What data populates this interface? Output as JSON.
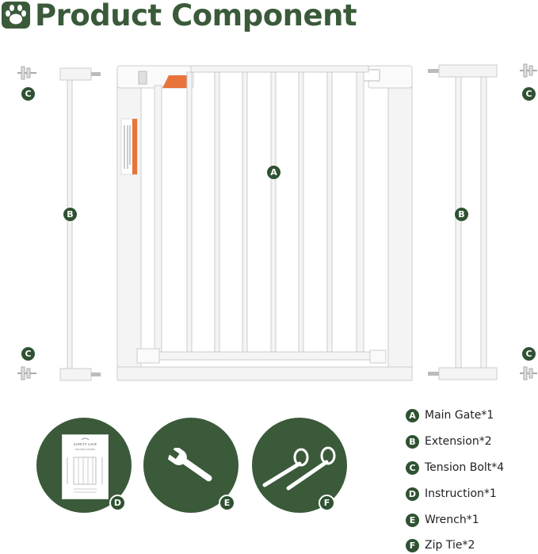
{
  "title": "Product Component",
  "colors": {
    "brand_green": "#3a5a3a",
    "badge_green": "#2f5232",
    "gate_white": "#f4f4f4",
    "warning_orange": "#e8743b"
  },
  "part_labels": {
    "A": "A",
    "B": "B",
    "C": "C",
    "D": "D",
    "E": "E",
    "F": "F"
  },
  "instruction_sheet": {
    "heading": "SAFETY GATE",
    "subheading": "INSTRUCTIONS"
  },
  "legend": [
    {
      "letter": "A",
      "label": "Main Gate*1"
    },
    {
      "letter": "B",
      "label": "Extension*2"
    },
    {
      "letter": "C",
      "label": "Tension Bolt*4"
    },
    {
      "letter": "D",
      "label": "Instruction*1"
    },
    {
      "letter": "E",
      "label": "Wrench*1"
    },
    {
      "letter": "F",
      "label": "Zip Tie*2"
    }
  ],
  "icons": [
    "paw-icon",
    "wrench-icon",
    "zip-tie-icon",
    "instruction-sheet-icon"
  ]
}
